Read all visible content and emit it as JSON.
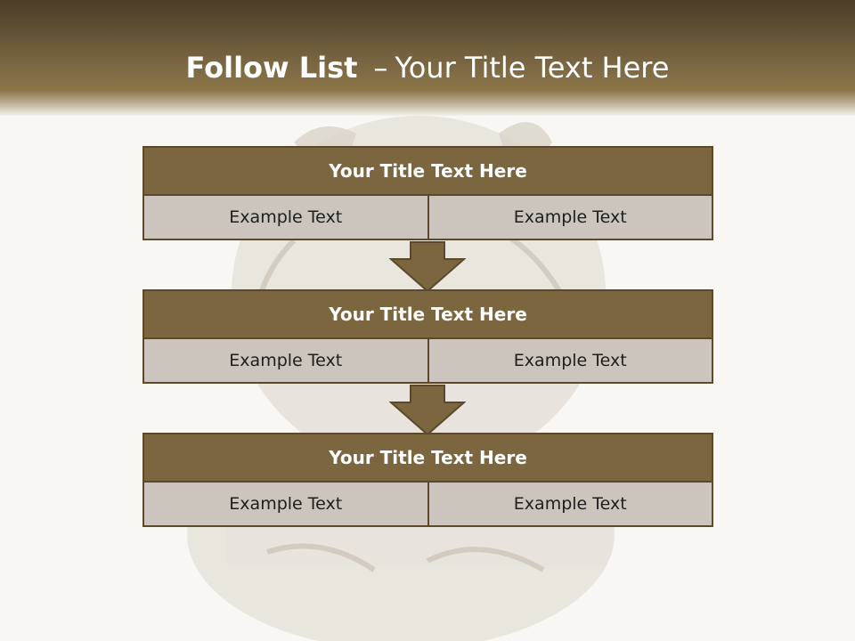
{
  "header": {
    "title_bold": "Follow List",
    "title_separator": "–",
    "title_rest": "Your Title Text Here"
  },
  "blocks": [
    {
      "title": "Your Title Text Here",
      "left": "Example Text",
      "right": "Example Text"
    },
    {
      "title": "Your Title Text Here",
      "left": "Example Text",
      "right": "Example Text"
    },
    {
      "title": "Your Title Text Here",
      "left": "Example Text",
      "right": "Example Text"
    }
  ],
  "colors": {
    "header_brown": "#7a6642",
    "block_header": "#7b6640",
    "cell_fill": "#cbc5be",
    "border": "#5a4a2b"
  },
  "background_image": "faded-white-tiger"
}
